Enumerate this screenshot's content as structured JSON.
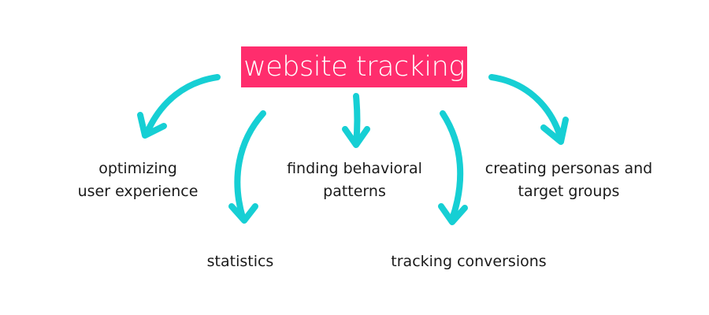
{
  "title": "website tracking",
  "labels": {
    "optimizing_ux": [
      "optimizing",
      "user experience"
    ],
    "behavioral_patterns": [
      "finding behavioral",
      "patterns"
    ],
    "personas": [
      "creating personas and",
      "target groups"
    ],
    "statistics": [
      "statistics"
    ],
    "conversions": [
      "tracking conversions"
    ]
  },
  "colors": {
    "title_background": "#ff2d6d",
    "title_text": "#ffffff",
    "arrow": "#16cfd4",
    "text": "#1a1a1a"
  }
}
